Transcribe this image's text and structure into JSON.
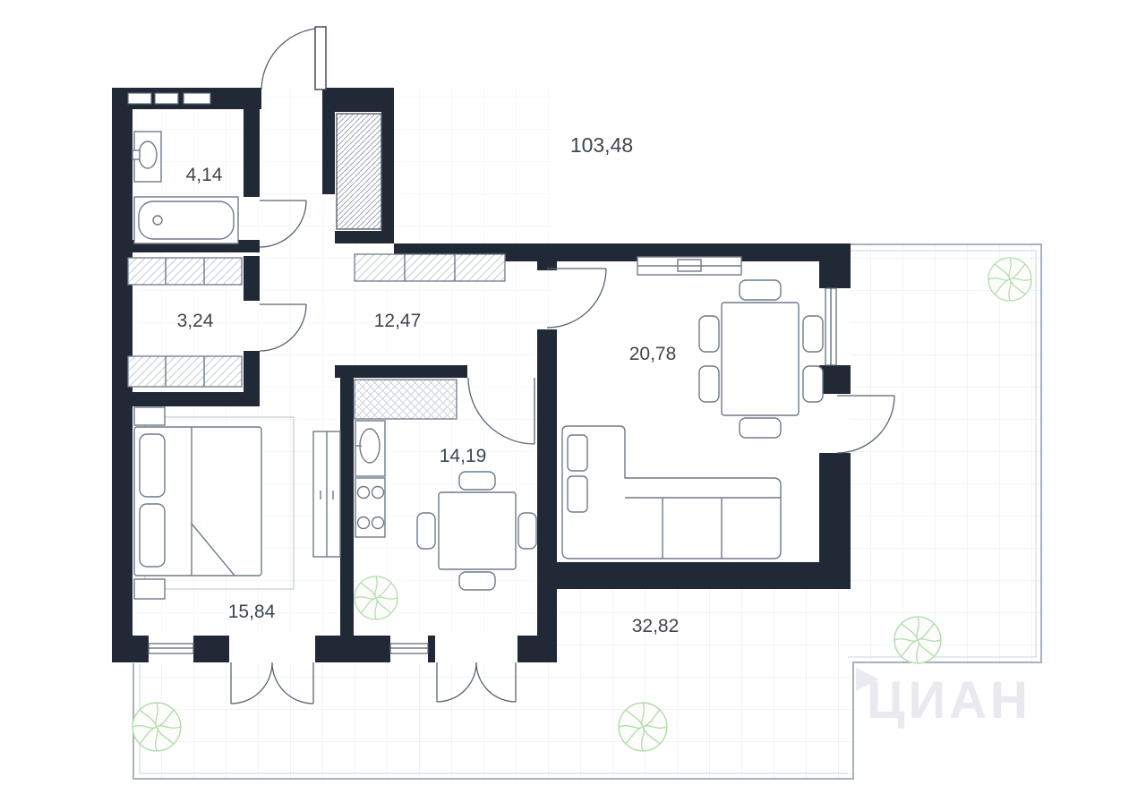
{
  "plan": {
    "total_area": "103,48",
    "rooms": [
      {
        "name": "bathroom",
        "area": "4,14"
      },
      {
        "name": "dressing-hall",
        "area": "3,24"
      },
      {
        "name": "corridor",
        "area": "12,47"
      },
      {
        "name": "living-room",
        "area": "20,78"
      },
      {
        "name": "kitchen",
        "area": "14,19"
      },
      {
        "name": "bedroom",
        "area": "15,84"
      },
      {
        "name": "terrace",
        "area": "32,82"
      }
    ],
    "watermark": "ЦИАН",
    "colors": {
      "wall": "#212936",
      "furniture_line": "#6f7a88",
      "terrace_grid": "#e1e8f0",
      "plant": "#b2dcab",
      "label_text": "#3f4650",
      "watermark_text": "#e9e9ef"
    }
  }
}
